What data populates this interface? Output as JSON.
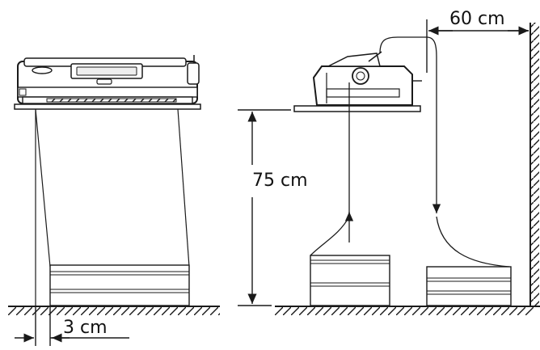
{
  "labels": {
    "clearance_side": "60 cm",
    "table_height": "75 cm",
    "stand_offset": "3 cm"
  },
  "colors": {
    "ink": "#1a1a1a",
    "body_fill": "#ffffff",
    "shade": "#d9d9d9"
  }
}
